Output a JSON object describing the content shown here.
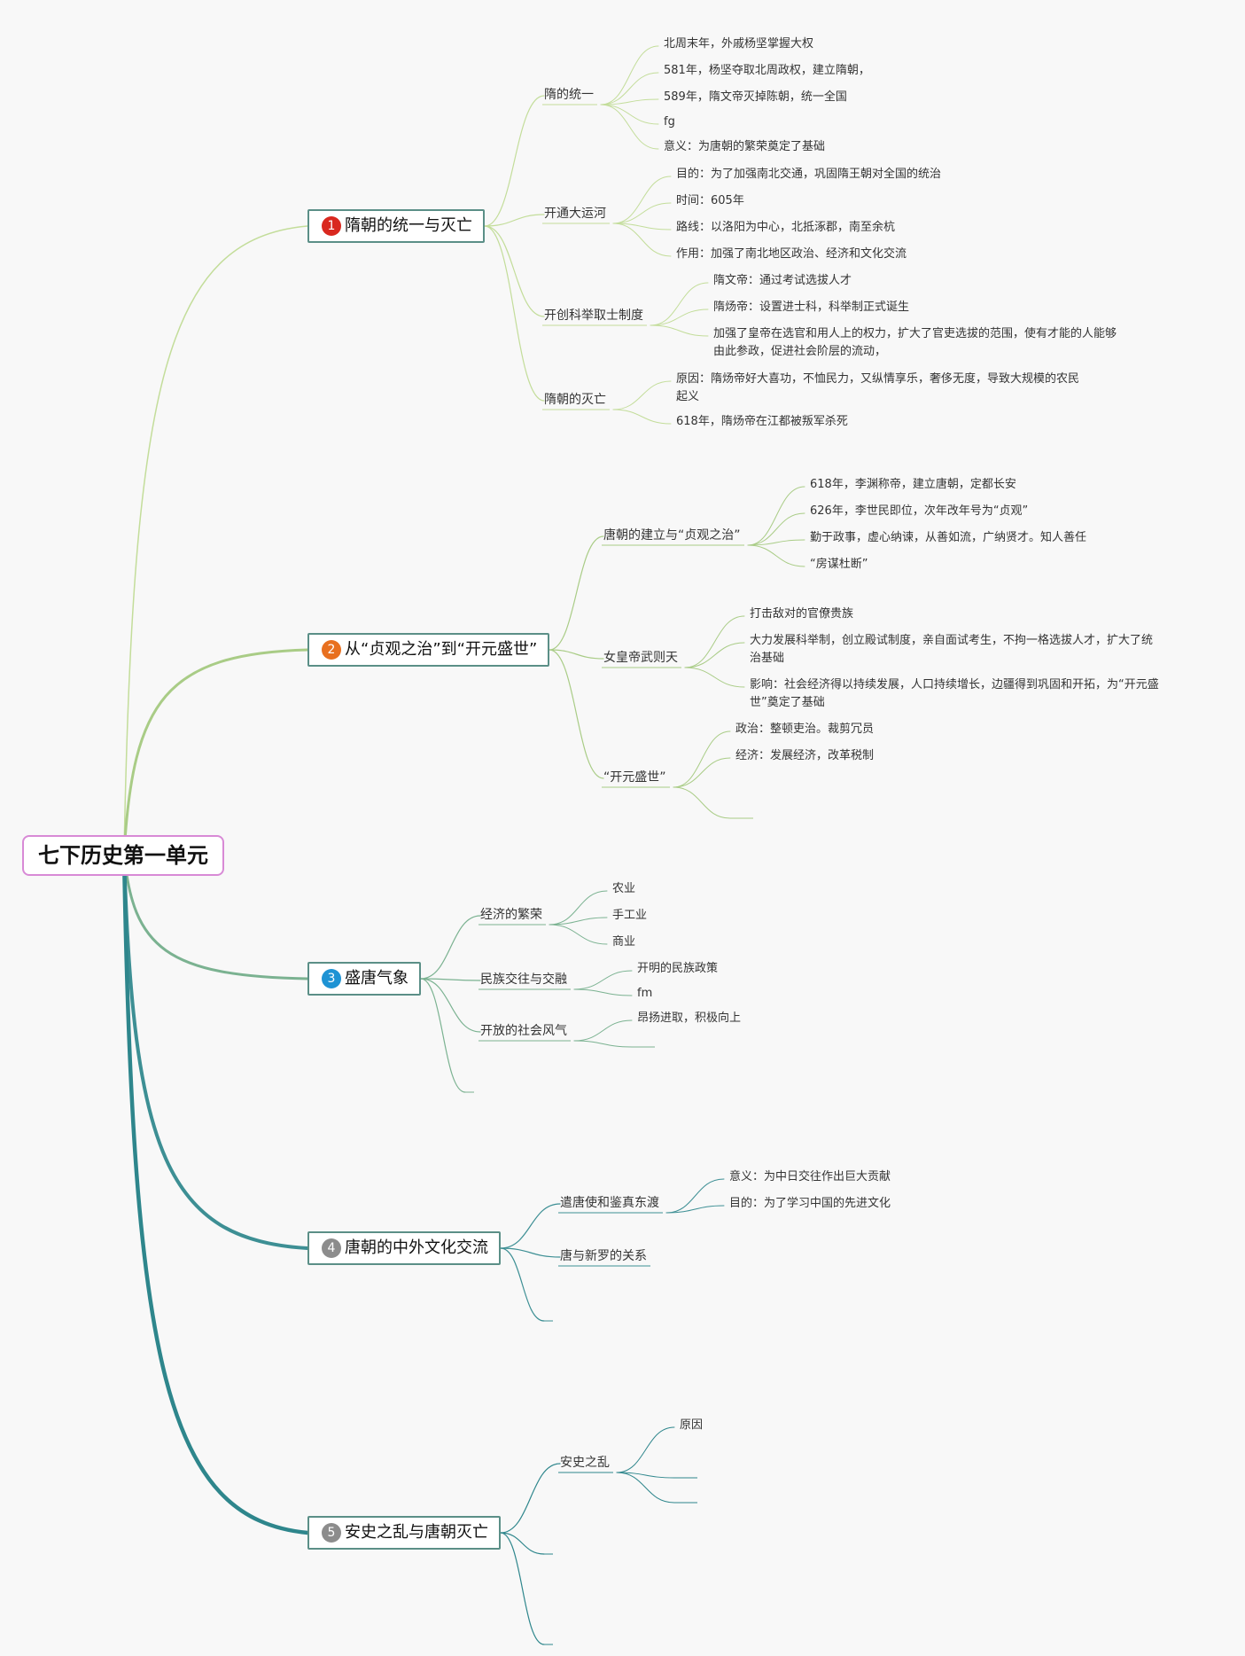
{
  "root": {
    "title": "七下历史第一单元"
  },
  "branches": [
    {
      "number": "1",
      "badge_color": "#d9281f",
      "line_color": "#c3dd9a",
      "title": "隋朝的统一与灭亡",
      "children": [
        {
          "label": "隋的统一",
          "children": [
            "北周末年，外戚杨坚掌握大权",
            "581年，杨坚夺取北周政权，建立隋朝，",
            "589年，隋文帝灭掉陈朝，统一全国",
            "fg",
            "意义：为唐朝的繁荣奠定了基础"
          ]
        },
        {
          "label": "开通大运河",
          "children": [
            "目的：为了加强南北交通，巩固隋王朝对全国的统治",
            "时间：605年",
            "路线：以洛阳为中心，北抵涿郡，南至余杭",
            "作用：加强了南北地区政治、经济和文化交流"
          ]
        },
        {
          "label": "开创科举取士制度",
          "children": [
            "隋文帝：通过考试选拔人才",
            "隋炀帝：设置进士科，科举制正式诞生",
            "加强了皇帝在选官和用人上的权力，扩大了官吏选拔的范围，使有才能的人能够\n由此参政，促进社会阶层的流动，"
          ]
        },
        {
          "label": "隋朝的灭亡",
          "children": [
            "原因：隋炀帝好大喜功，不恤民力，又纵情享乐，奢侈无度，导致大规模的农民\n起义",
            "618年，隋炀帝在江都被叛军杀死"
          ]
        }
      ]
    },
    {
      "number": "2",
      "badge_color": "#e8701f",
      "line_color": "#a9cc86",
      "title": "从“贞观之治”到“开元盛世”",
      "children": [
        {
          "label": "唐朝的建立与“贞观之治”",
          "children": [
            "618年，李渊称帝，建立唐朝，定都长安",
            "626年，李世民即位，次年改年号为“贞观”",
            "勤于政事，虚心纳谏，从善如流，广纳贤才。知人善任",
            "“房谋杜断”"
          ]
        },
        {
          "label": "女皇帝武则天",
          "children": [
            "打击敌对的官僚贵族",
            "大力发展科举制，创立殿试制度，亲自面试考生，不拘一格选拔人才，扩大了统\n治基础",
            "影响：社会经济得以持续发展，人口持续增长，边疆得到巩固和开拓，为“开元盛\n世”奠定了基础"
          ]
        },
        {
          "label": "“开元盛世”",
          "children": [
            "政治：整顿吏治。裁剪冗员",
            "经济：发展经济，改革税制",
            ""
          ]
        }
      ]
    },
    {
      "number": "3",
      "badge_color": "#1e93d4",
      "line_color": "#7bb291",
      "title": "盛唐气象",
      "children": [
        {
          "label": "经济的繁荣",
          "children": [
            "农业",
            "手工业",
            "商业"
          ]
        },
        {
          "label": "民族交往与交融",
          "children": [
            "开明的民族政策",
            "fm"
          ]
        },
        {
          "label": "开放的社会风气",
          "children": [
            "昂扬进取，积极向上",
            ""
          ]
        },
        {
          "label": "",
          "children": []
        }
      ]
    },
    {
      "number": "4",
      "badge_color": "#8c8c8c",
      "line_color": "#3d8f94",
      "title": "唐朝的中外文化交流",
      "children": [
        {
          "label": "遣唐使和鉴真东渡",
          "children": [
            "意义：为中日交往作出巨大贡献",
            "目的：为了学习中国的先进文化"
          ]
        },
        {
          "label": "唐与新罗的关系",
          "children": []
        },
        {
          "label": "",
          "children": []
        }
      ]
    },
    {
      "number": "5",
      "badge_color": "#8c8c8c",
      "line_color": "#2e868c",
      "title": "安史之乱与唐朝灭亡",
      "children": [
        {
          "label": "安史之乱",
          "children": [
            "原因",
            "",
            ""
          ]
        },
        {
          "label": "",
          "children": []
        },
        {
          "label": "",
          "children": []
        }
      ]
    }
  ]
}
